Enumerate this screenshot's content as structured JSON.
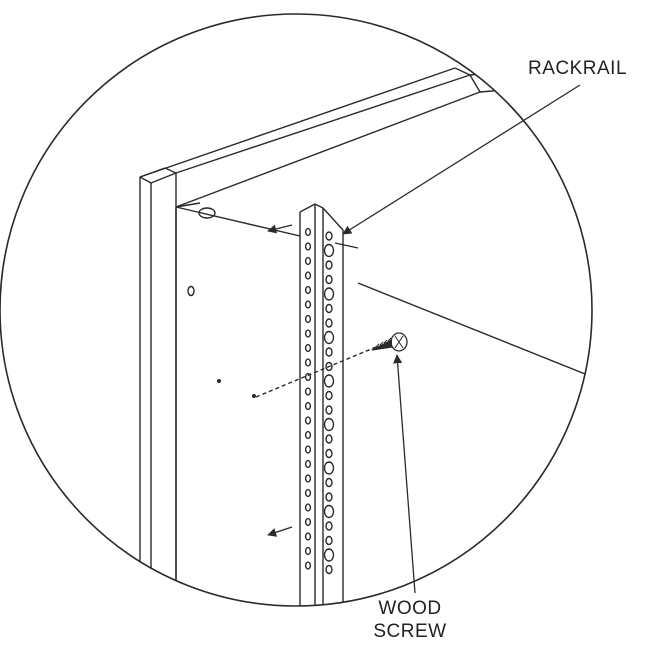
{
  "labels": {
    "rackrail": "RACKRAIL",
    "wood_screw_line1": "WOOD",
    "wood_screw_line2": "SCREW"
  },
  "colors": {
    "line": "#2a2a2a",
    "background": "#ffffff"
  },
  "icons": {
    "direction_arrows": "arrow-left-icon",
    "screw": "wood-screw-icon"
  }
}
